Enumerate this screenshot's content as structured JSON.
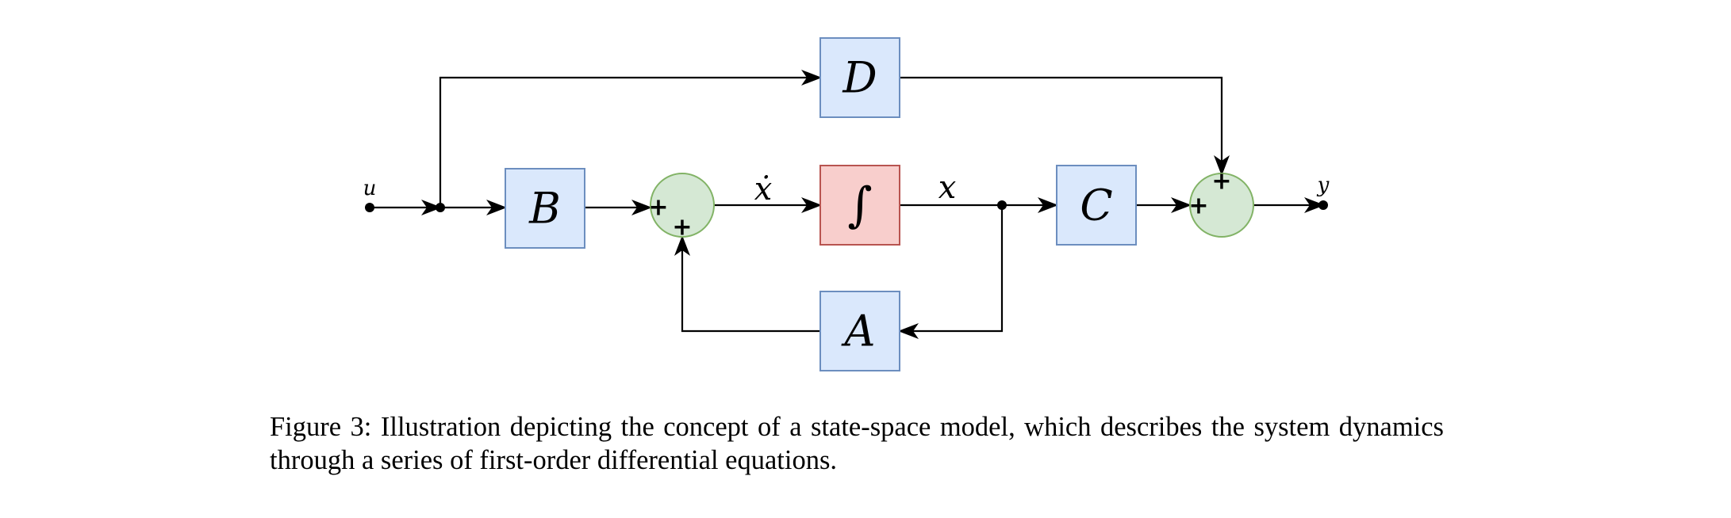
{
  "diagram": {
    "blocks": {
      "D": "D",
      "B": "B",
      "integrator": "∫",
      "C": "C",
      "A": "A"
    },
    "signals": {
      "input": "u",
      "state_derivative": "ẋ",
      "state": "x",
      "output": "y"
    },
    "signs": {
      "sum1_left": "+",
      "sum1_bottom": "+",
      "sum2_left": "+",
      "sum2_top": "+"
    },
    "colors": {
      "matrix_fill": "#dae8fc",
      "matrix_stroke": "#6c8ebf",
      "integrator_fill": "#f8cecc",
      "integrator_stroke": "#b85450",
      "sum_fill": "#d5e8d4",
      "sum_stroke": "#82b366"
    }
  },
  "caption": "Figure 3: Illustration depicting the concept of a state-space model, which describes the system dynamics through a series of first-order differential equations."
}
